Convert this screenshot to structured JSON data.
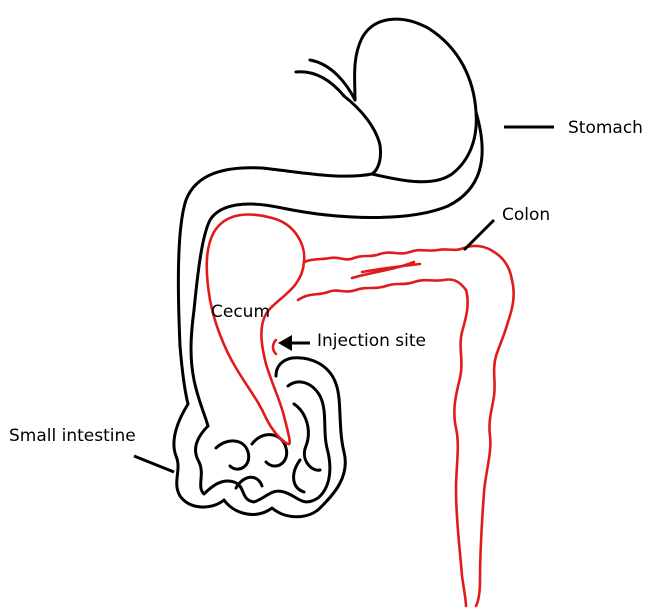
{
  "labels": {
    "stomach": "Stomach",
    "colon": "Colon",
    "cecum": "Cecum",
    "injection_site": "Injection site",
    "small_intestine": "Small intestine"
  },
  "colors": {
    "outline": "#000000",
    "highlight": "#e11b1b",
    "background": "#ffffff"
  },
  "icons": {
    "injection_arrow": "left-arrow-icon"
  }
}
